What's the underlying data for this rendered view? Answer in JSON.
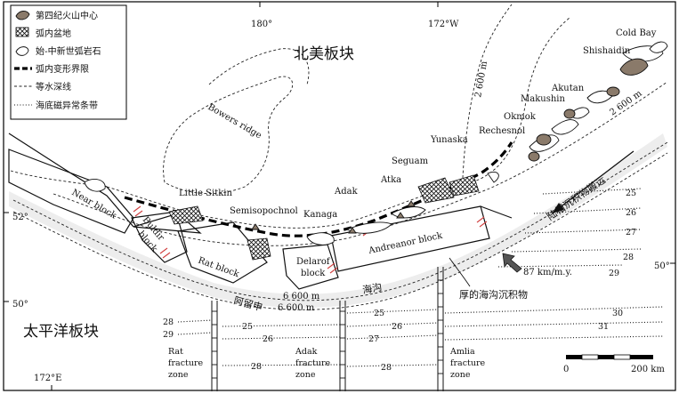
{
  "legend": {
    "items": [
      {
        "label": "第四纪火山中心",
        "icon": "volcano-symbol"
      },
      {
        "label": "弧内盆地",
        "icon": "basin-hatch-symbol"
      },
      {
        "label": "始-中新世弧岩石",
        "icon": "arc-rock-symbol"
      },
      {
        "label": "弧内变形界限",
        "icon": "thick-dashed-line"
      },
      {
        "label": "等水深线",
        "icon": "dashed-line"
      },
      {
        "label": "海底磁异常条带",
        "icon": "dotted-line"
      }
    ]
  },
  "plates": {
    "north_american": "北美板块",
    "pacific": "太平洋板块"
  },
  "coords": {
    "lon_180": "180°",
    "lon_172w": "172°W",
    "lon_172e": "172°E",
    "lat_52_left": "52°",
    "lat_50_left": "50°",
    "lat_50_right": "50°"
  },
  "volcanoes": {
    "cold_bay": "Cold Bay",
    "shishaldin": "Shishaidin",
    "akutan": "Akutan",
    "makushin": "Makushin",
    "okmok": "Okmok",
    "rechesnol": "Rechesnol",
    "yunaska": "Yunaska",
    "seguam": "Seguam",
    "atka": "Atka",
    "adak": "Adak",
    "kanaga": "Kanaga",
    "semisopochnoi": "Semisopochnol",
    "little_sitkin": "Little Sitkin"
  },
  "blocks": {
    "near": "Near block",
    "buldir_1": "Buldir",
    "buldir_2": "block",
    "rat": "Rat block",
    "delarof_1": "Delarof",
    "delarof_2": "block",
    "andreanof": "Andreanor block"
  },
  "features": {
    "bowers_ridge": "Bowers ridge",
    "isobath_2600_a": "2 600 m",
    "isobath_2600_b": "2 600 m",
    "isobath_6600_a": "6 600 m",
    "isobath_6600_b": "6 600 m",
    "trench_name_1": "阿留申",
    "trench_name_2": "海沟",
    "sediment_transport": "陆相沉积物搬运",
    "thick_sediment": "厚的海沟沉积物",
    "convergence_rate": "87 km/m.y."
  },
  "fracture_zones": [
    {
      "lines": [
        "Rat",
        "fracture",
        "zone"
      ]
    },
    {
      "lines": [
        "Adak",
        "fracture",
        "zone"
      ]
    },
    {
      "lines": [
        "Amlia",
        "fracture",
        "zone"
      ]
    }
  ],
  "anomaly_numbers": {
    "r25": "25",
    "r26": "26",
    "r27": "27",
    "r28": "28",
    "r29": "29",
    "c28": "28",
    "c29": "29",
    "c25": "25",
    "c26": "26",
    "c28b": "28",
    "m25": "25",
    "m26": "26",
    "m27": "27",
    "m28": "28",
    "e30": "30",
    "e31": "31"
  },
  "scale": {
    "zero": "0",
    "end": "200 km"
  }
}
